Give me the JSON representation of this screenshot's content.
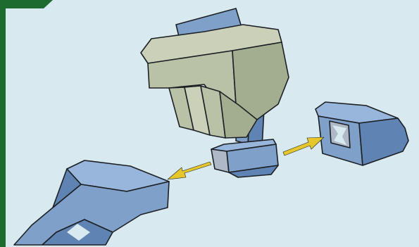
{
  "colors": {
    "background": "#d8e9ef",
    "frame": "#1d6b2e",
    "blue_part": "#7ea0c9",
    "blue_part_dark": "#5f84b3",
    "blue_part_light": "#98b6db",
    "gray_part": "#b9c2a6",
    "gray_part_dark": "#a3ad8f",
    "gray_part_light": "#cad1b8",
    "hole_fill": "#aeb8c6",
    "arrow": "#e6c72b",
    "outline": "#1c1f24"
  },
  "parts": [
    {
      "name": "upper-body-block",
      "color": "gray"
    },
    {
      "name": "neck-post",
      "color": "blue"
    },
    {
      "name": "foot-base-center",
      "color": "blue"
    },
    {
      "name": "foot-front-left",
      "color": "blue"
    },
    {
      "name": "foot-rear-right",
      "color": "blue"
    }
  ],
  "arrows": [
    {
      "name": "arrow-to-front-foot",
      "direction": "left"
    },
    {
      "name": "arrow-to-rear-foot",
      "direction": "right"
    }
  ]
}
